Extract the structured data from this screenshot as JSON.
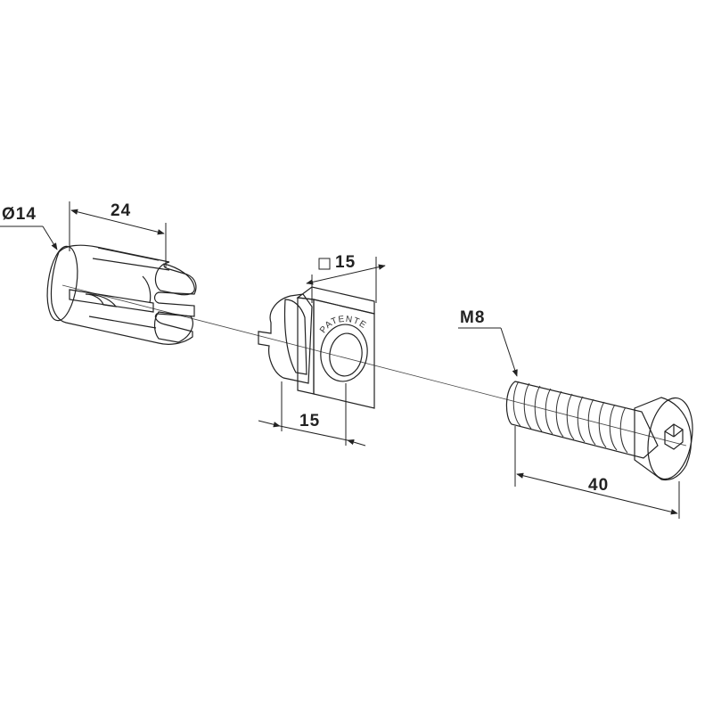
{
  "labels": {
    "diameter": "Ø14",
    "sleeve_length": "24",
    "nut_square": "15",
    "nut_depth": "15",
    "thread": "M8",
    "bolt_length": "40",
    "stamp": "PATENTED"
  },
  "colors": {
    "line": "#222222",
    "part_fill": "#ffffff",
    "shade": "#dcdcdc",
    "dark_shade": "#b4b4b4"
  }
}
